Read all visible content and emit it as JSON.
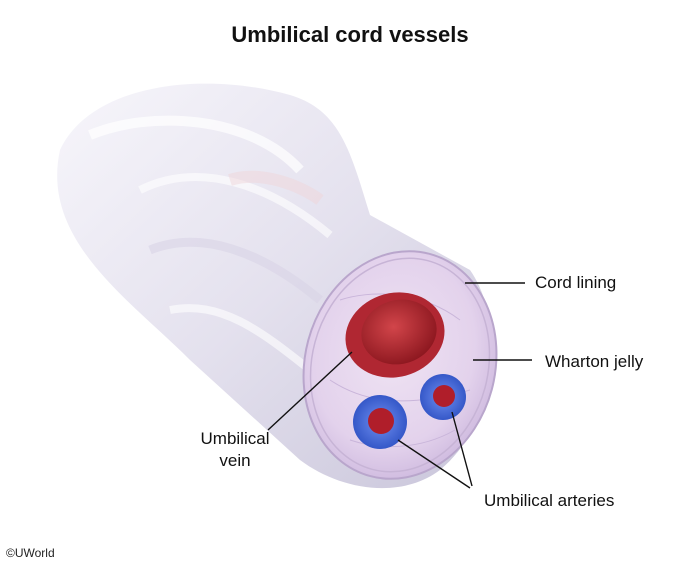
{
  "title": "Umbilical cord vessels",
  "labels": {
    "cord_lining": "Cord lining",
    "wharton_jelly": "Wharton jelly",
    "vein_line1": "Umbilical",
    "vein_line2": "vein",
    "arteries": "Umbilical arteries"
  },
  "credit": "©UWorld",
  "colors": {
    "cord": "#e7e4f0",
    "jelly": "#d9c8e6",
    "vein": "#b8242c",
    "artery_wall": "#3d63d6",
    "artery_lumen": "#b01e2a"
  }
}
